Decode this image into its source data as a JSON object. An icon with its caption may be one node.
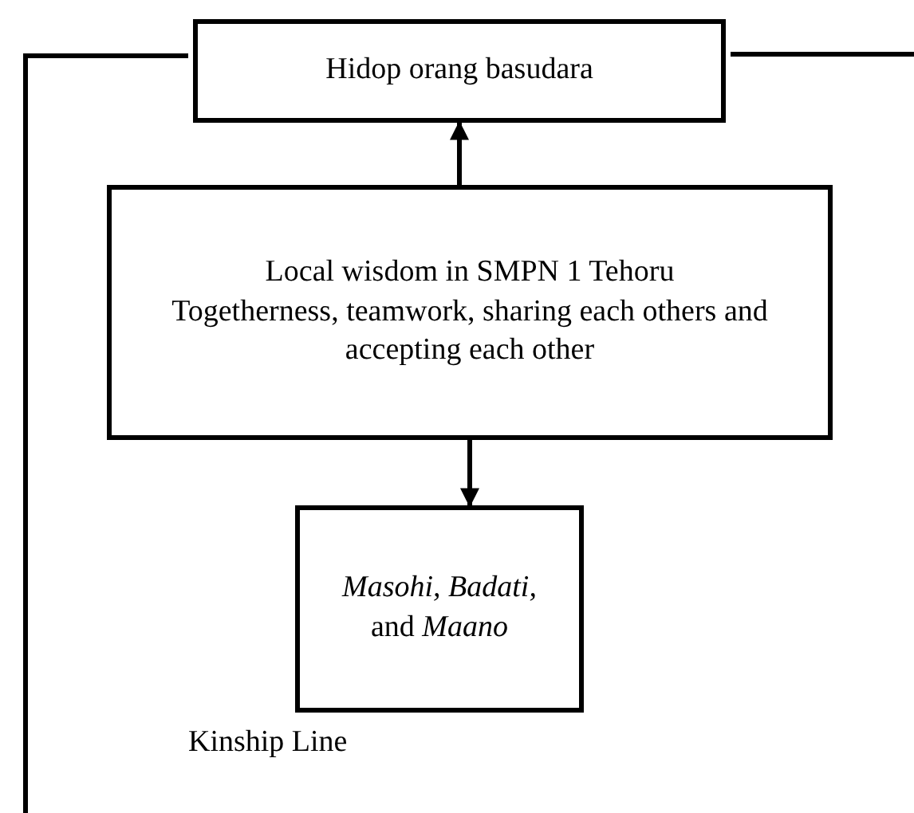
{
  "diagram": {
    "nodes": [
      {
        "text": [
          "Hidop orang basudara"
        ]
      },
      {
        "text": [
          "Local wisdom in SMPN 1 Tehoru",
          "Togetherness, teamwork, sharing each others and accepting each other"
        ]
      },
      {
        "text": [
          "*Masohi,* *Badati,* and *Maano*"
        ]
      }
    ],
    "edges": [
      {
        "from": 1,
        "to": 0,
        "arrow": "to"
      },
      {
        "from": 1,
        "to": 2,
        "arrow": "to"
      },
      {
        "from": 0,
        "to": null,
        "arrow": "none"
      },
      {
        "from": 0,
        "to": null,
        "arrow": "none"
      }
    ],
    "labels": [
      "Kinship Line"
    ]
  }
}
